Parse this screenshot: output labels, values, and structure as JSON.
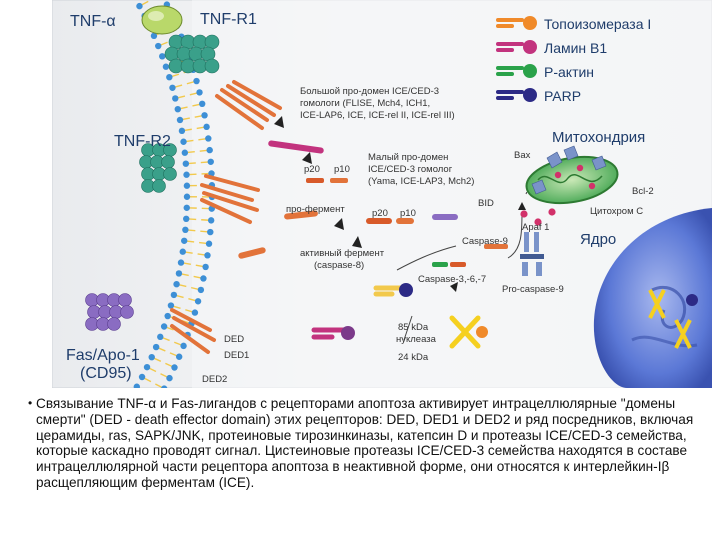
{
  "labels": {
    "tnf_alpha": "TNF-α",
    "tnf_r1": "TNF-R1",
    "tnf_r2": "TNF-R2",
    "fas_apo1": "Fas/Apo-1",
    "cd95": "(CD95)",
    "ded": "DED",
    "ded1": "DED1",
    "ded2": "DED2",
    "prodomain_large_1": "Большой про-домен ICE/CED-3",
    "prodomain_large_2": "гомологи (FLISE, Mch4, ICH1,",
    "prodomain_large_3": "ICE-LAP6, ICE, ICE-rel II, ICE-rel III)",
    "p20": "p20",
    "p10": "p10",
    "prodomain_small_1": "Малый про-домен",
    "prodomain_small_2": "ICE/CED-3 гомолог",
    "prodomain_small_3": "(Yama, ICE-LAP3, Mch2)",
    "proenzyme": "про-фермент",
    "active_enzyme_1": "активный фермент",
    "active_enzyme_2": "(caspase-8)",
    "bid": "BID",
    "caspase9": "Caspase-9",
    "caspase367": "Caspase-3,-6,-7",
    "apaf1": "Apaf 1",
    "procaspase9": "Pro-caspase-9",
    "kda85_1": "85 kDa",
    "kda85_2": "нуклеаза",
    "kda24": "24 kDa",
    "mitochondria": "Митохондрия",
    "bax": "Bax",
    "bcl2": "Bcl-2",
    "cytochrome_c": "Цитохром С",
    "nucleus": "Ядро"
  },
  "legend": [
    {
      "label": "Топоизомераза I",
      "color": "#f08a2a"
    },
    {
      "label": "Ламин В1",
      "color": "#c2337e"
    },
    {
      "label": "Р-актин",
      "color": "#2aa24a"
    },
    {
      "label": "PARP",
      "color": "#2c2a86"
    }
  ],
  "colors": {
    "membrane_head": "#3d8fd6",
    "membrane_tail": "#f2c94c",
    "receptor": "#3aa08a",
    "fas": "#8a6cc2",
    "death_domain": "#e2733a",
    "mito_green": "#3aa14a",
    "nucleus_blue": "#4a6fd0"
  },
  "caption": {
    "bullet": "•",
    "text": "Связывание TNF-α и Fas-лигандов с рецепторами апоптоза активирует интрацеллюлярные \"домены смерти\" (DED - death effector domain) этих рецепторов: DED, DED1 и DED2 и ряд посредников, включая церамиды, ras, SAPK/JNK, протеиновые тирозинкиназы, катепсин D и протеазы ICE/CED-3 семейства, которые каскадно проводят сигнал. Цистеиновые протеазы ICE/CED-3 семейства находятся в составе интрацеллюлярной части рецептора апоптоза в неактивной форме, они относятся к интерлейкин-Iβ расщепляющим ферментам (ICE)."
  }
}
